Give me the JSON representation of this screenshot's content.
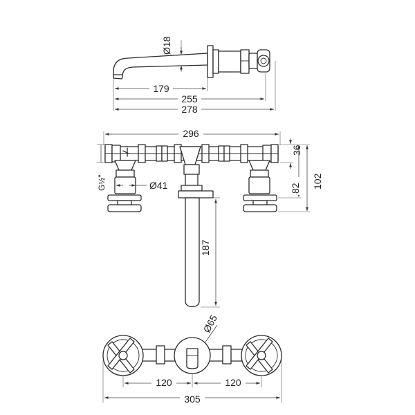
{
  "side_view": {
    "diameter_label": "Ø18",
    "dims": [
      "179",
      "255",
      "278"
    ]
  },
  "front_view": {
    "top_width": "296",
    "depth_top": "36",
    "depth_mid": "82",
    "depth_total": "102",
    "thread_label": "G½\"",
    "body_diameter": "Ø41",
    "spout_length": "187"
  },
  "top_view": {
    "cover_diameter": "Ø65",
    "spacing_left": "120",
    "spacing_right": "120",
    "overall_width": "305"
  },
  "colors": {
    "line": "#2a2a2a",
    "background": "#ffffff"
  }
}
